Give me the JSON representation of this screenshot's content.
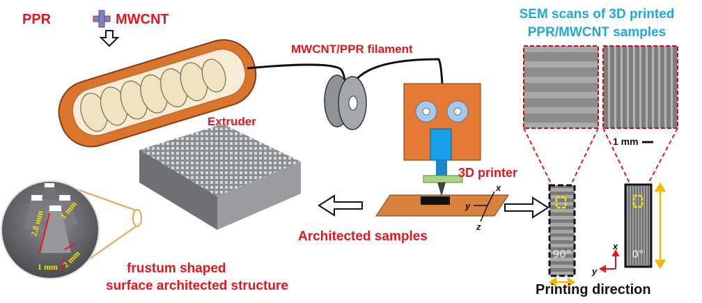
{
  "labels": {
    "ppr": "PPR",
    "mwcnt": "MWCNT",
    "filament": "MWCNT/PPR filament",
    "extruder": "Extruder",
    "printer": "3D printer",
    "architected_samples": "Architected samples",
    "structure_line1": "frustum shaped",
    "structure_line2": "surface architected structure",
    "sem_title_line1": "SEM scans of 3D printed",
    "sem_title_line2": "PPR/MWCNT samples",
    "scale_bar": "1 mm",
    "printing_direction": "Printing direction",
    "angle_90": "90°",
    "angle_0": "0°"
  },
  "axes": {
    "x": "x",
    "y": "y",
    "z": "z"
  },
  "dimensions": {
    "height": "2.8 mm",
    "top": "1 mm",
    "base": "2 mm",
    "base_height": "1 mm"
  },
  "colors": {
    "red": "#e8141c",
    "blue": "#1ea7e4",
    "orange": "#e07a30",
    "yellow": "#f5c000"
  }
}
